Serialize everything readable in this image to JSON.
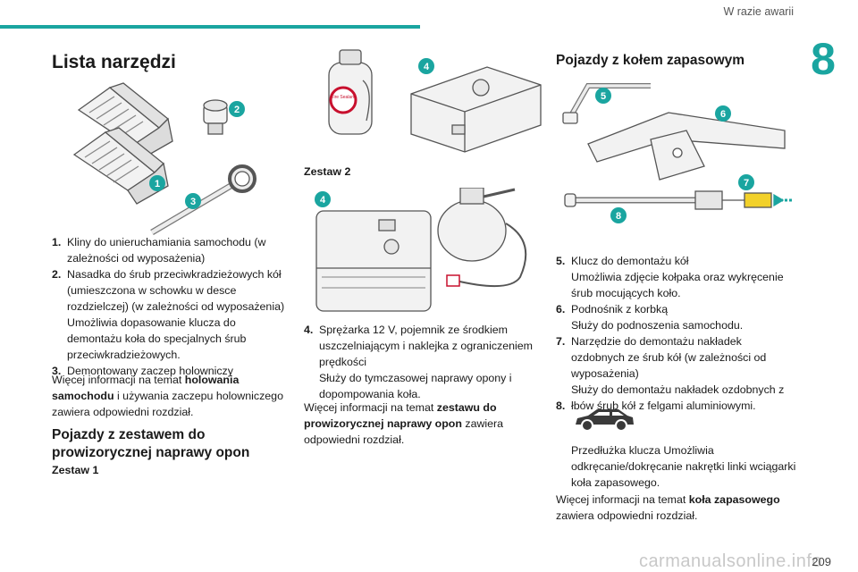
{
  "header": {
    "section": "W razie awarii",
    "chapter": "8"
  },
  "left": {
    "title": "Lista narzędzi",
    "items": [
      {
        "num": "1.",
        "lines": [
          "Kliny do unieruchamiania samochodu (w zależności od wyposażenia)"
        ]
      },
      {
        "num": "2.",
        "lines": [
          "Nasadka do śrub przeciwkradzieżowych kół (umieszczona w schowku w desce rozdzielczej) (w zależności od wyposażenia)",
          "Umożliwia dopasowanie klucza do demontażu koła do specjalnych śrub przeciwkradzieżowych."
        ]
      },
      {
        "num": "3.",
        "lines": [
          "Demontowany zaczep holowniczy"
        ]
      }
    ],
    "para_prefix": "Więcej informacji na temat ",
    "para_bold": "holowania samochodu",
    "para_suffix": " i używania zaczepu holowniczego zawiera odpowiedni rozdział.",
    "subtitle": "Pojazdy z zestawem do prowizorycznej naprawy opon",
    "kit1": "Zestaw 1"
  },
  "middle": {
    "kit2": "Zestaw 2",
    "label_text": "Tire Sealant",
    "items": [
      {
        "num": "4.",
        "lines": [
          "Sprężarka 12 V, pojemnik ze środkiem uszczelniającym i naklejka z ograniczeniem prędkości",
          "Służy do tymczasowej naprawy opony i dopompowania koła."
        ]
      }
    ],
    "para_prefix": "Więcej informacji na temat ",
    "para_bold": "zestawu do prowizorycznej naprawy opon",
    "para_suffix": " zawiera odpowiedni rozdział."
  },
  "right": {
    "title": "Pojazdy z kołem zapasowym",
    "items": [
      {
        "num": "5.",
        "lines": [
          "Klucz do demontażu kół",
          "Umożliwia zdjęcie kołpaka oraz wykręcenie śrub mocujących koło."
        ]
      },
      {
        "num": "6.",
        "lines": [
          "Podnośnik z korbką",
          "Służy do podnoszenia samochodu."
        ]
      },
      {
        "num": "7.",
        "lines": [
          "Narzędzie do demontażu nakładek ozdobnych ze śrub kół (w zależności od wyposażenia)",
          "Służy do demontażu nakładek ozdobnych z łbów śrub kół z felgami aluminiowymi."
        ]
      }
    ],
    "item8_num": "8.",
    "item8_lines": [
      "Przedłużka klucza",
      "Umożliwia odkręcanie/dokręcanie nakrętki linki wciągarki koła zapasowego."
    ],
    "para_prefix": "Więcej informacji na temat ",
    "para_bold": "koła zapasowego",
    "para_suffix": " zawiera odpowiedni rozdział."
  },
  "footer": {
    "page": "209",
    "watermark": "carmanualsonline.info"
  },
  "colors": {
    "accent": "#1aa5a0",
    "line": "#555555",
    "highlight": "#f2d12a"
  }
}
